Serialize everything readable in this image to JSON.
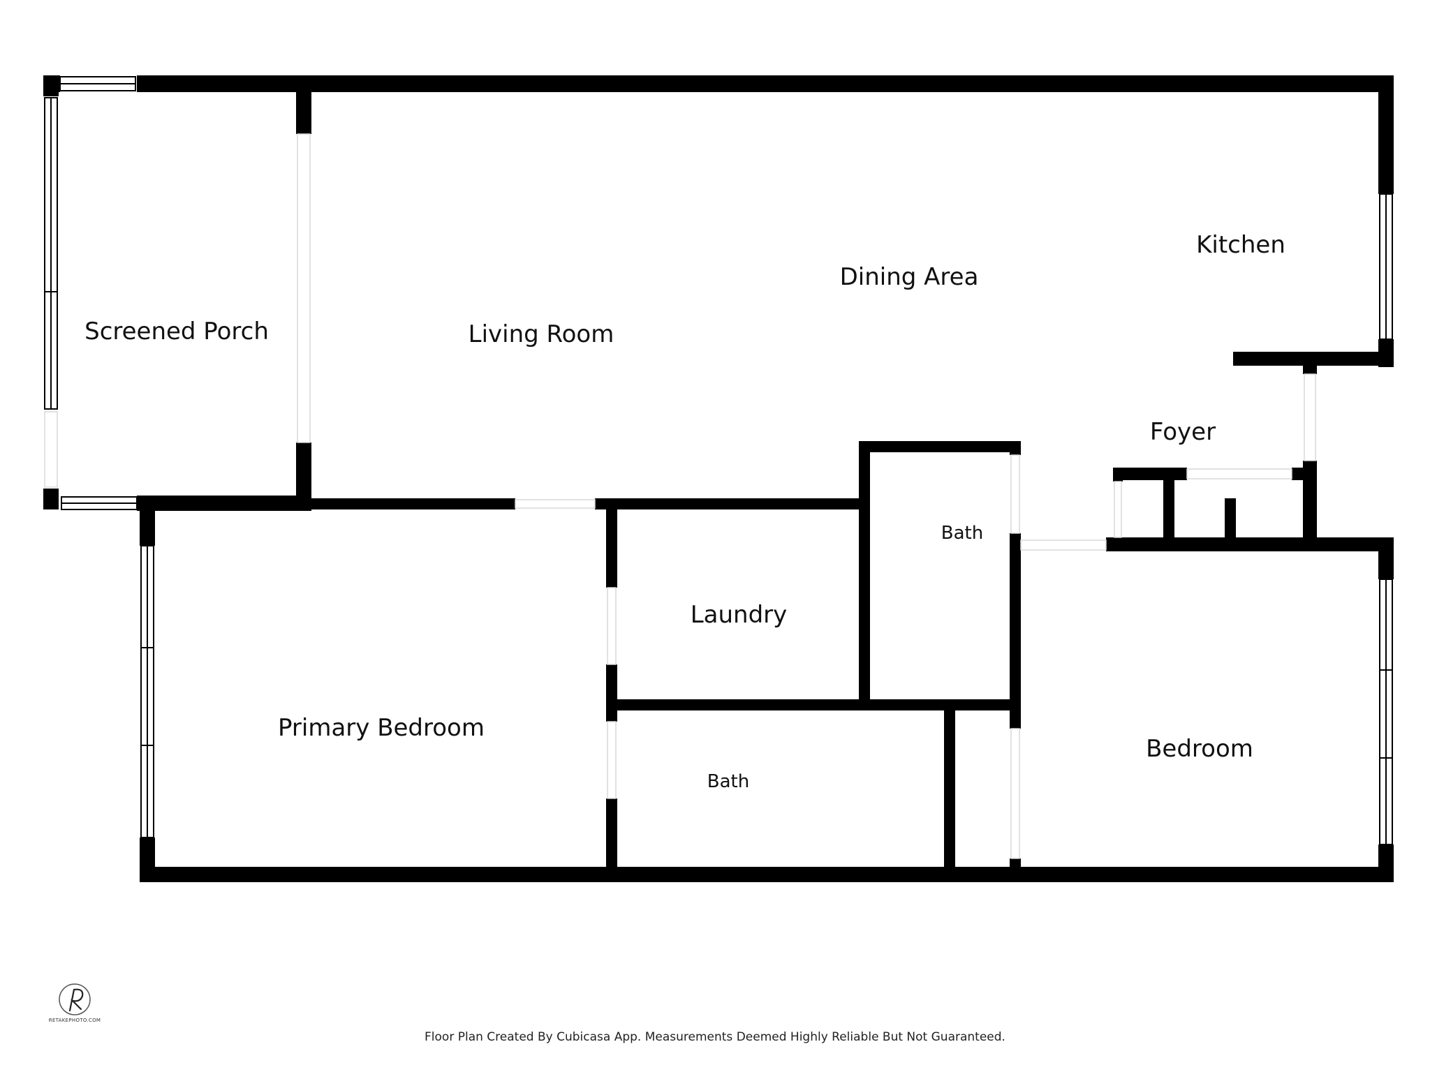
{
  "rooms": {
    "screened_porch": "Screened Porch",
    "living_room": "Living Room",
    "dining_area": "Dining Area",
    "kitchen": "Kitchen",
    "foyer": "Foyer",
    "bath_upper": "Bath",
    "laundry": "Laundry",
    "primary_bedroom": "Primary Bedroom",
    "bath_lower": "Bath",
    "bedroom": "Bedroom"
  },
  "footer": {
    "disclaimer": "Floor Plan Created By Cubicasa App. Measurements Deemed Highly Reliable But Not Guaranteed.",
    "logo_text": "RETAKEPHOTO.COM"
  },
  "colors": {
    "wall": "#000000",
    "background": "#ffffff"
  }
}
